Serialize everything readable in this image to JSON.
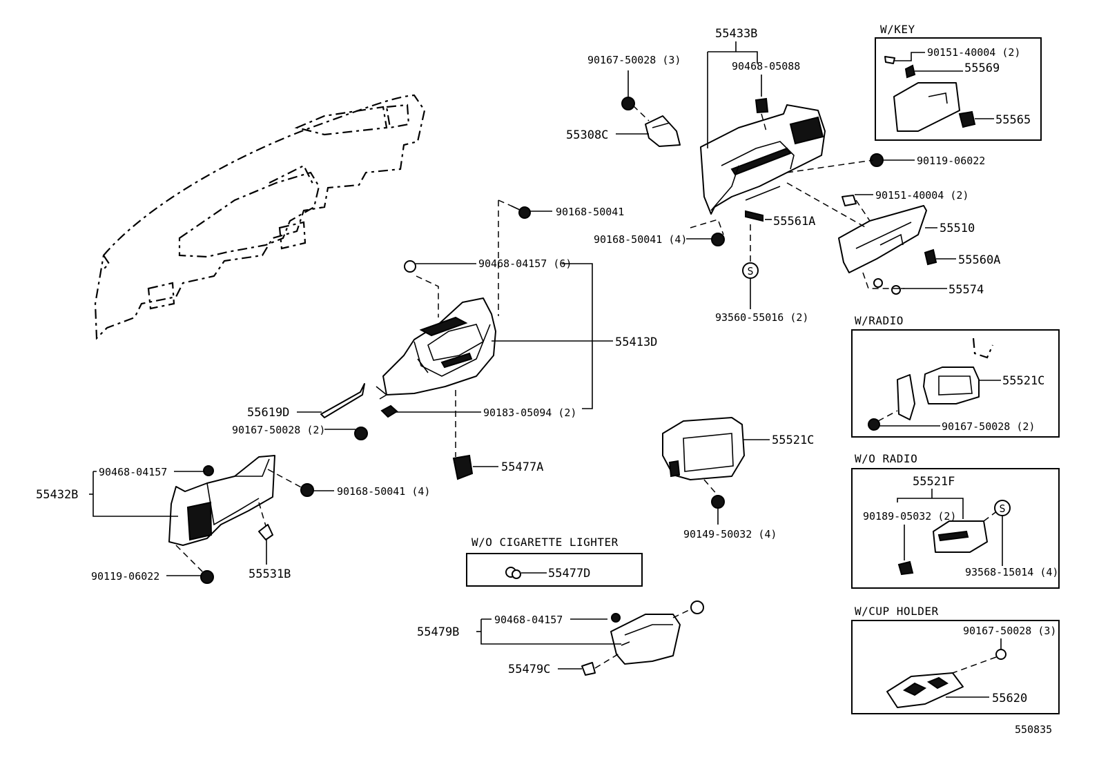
{
  "diagram_id": "550835",
  "labels": {
    "p55433B": "55433B",
    "p90468_05088": "90468-05088",
    "p90167_50028_3_top": "90167-50028 (3)",
    "p55308C": "55308C",
    "p90119_06022_right": "90119-06022",
    "p90151_40004_2_mid": "90151-40004 (2)",
    "p55561A": "55561A",
    "p90168_50041_4_mid": "90168-50041 (4)",
    "p55510": "55510",
    "p55560A": "55560A",
    "p55574": "55574",
    "p93560_55016_2": "93560-55016 (2)",
    "p90168_50041_top": "90168-50041",
    "p90468_04157_6": "90468-04157 (6)",
    "p55413D": "55413D",
    "p55619D": "55619D",
    "p90183_05094_2": "90183-05094 (2)",
    "p90167_50028_2_left": "90167-50028 (2)",
    "p55477A": "55477A",
    "p55432B": "55432B",
    "p90468_04157_left": "90468-04157",
    "p90168_50041_4_left": "90168-50041 (4)",
    "p55531B": "55531B",
    "p90119_06022_left": "90119-06022",
    "p55521C_mid": "55521C",
    "p90149_50032_4": "90149-50032 (4)",
    "p55477D": "55477D",
    "p55479B": "55479B",
    "p90468_04157_bottom": "90468-04157",
    "p55479C": "55479C",
    "s_marker": "S"
  },
  "boxes": {
    "wkey": {
      "title": "W/KEY",
      "p90151_40004_2": "90151-40004 (2)",
      "p55569": "55569",
      "p55565": "55565"
    },
    "wradio": {
      "title": "W/RADIO",
      "p55521C": "55521C",
      "p90167_50028_2": "90167-50028 (2)"
    },
    "woradio": {
      "title": "W/O RADIO",
      "p55521F": "55521F",
      "p90189_05032_2": "90189-05032 (2)",
      "p93568_15014_4": "93568-15014 (4)",
      "s_marker": "S"
    },
    "wcupholder": {
      "title": "W/CUP HOLDER",
      "p90167_50028_3": "90167-50028 (3)",
      "p55620": "55620"
    },
    "wocig": {
      "title": "W/O CIGARETTE LIGHTER"
    }
  }
}
